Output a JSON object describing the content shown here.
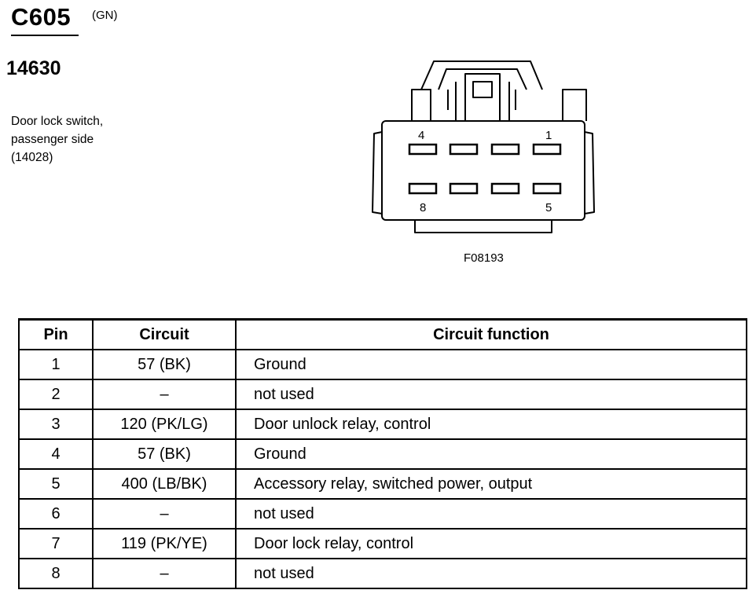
{
  "header": {
    "connector_id": "C605",
    "color_code": "(GN)",
    "part_number": "14630",
    "description_lines": [
      "Door lock switch,",
      "passenger side",
      "(14028)"
    ]
  },
  "diagram": {
    "figure_id": "F08193",
    "pin_labels": {
      "top_left": "4",
      "top_right": "1",
      "bottom_left": "8",
      "bottom_right": "5"
    }
  },
  "table": {
    "headers": [
      "Pin",
      "Circuit",
      "Circuit function"
    ],
    "rows": [
      {
        "pin": "1",
        "circuit": "57 (BK)",
        "function": "Ground"
      },
      {
        "pin": "2",
        "circuit": "–",
        "function": "not used"
      },
      {
        "pin": "3",
        "circuit": "120 (PK/LG)",
        "function": "Door unlock relay, control"
      },
      {
        "pin": "4",
        "circuit": "57 (BK)",
        "function": "Ground"
      },
      {
        "pin": "5",
        "circuit": "400 (LB/BK)",
        "function": "Accessory relay, switched power, output"
      },
      {
        "pin": "6",
        "circuit": "–",
        "function": "not used"
      },
      {
        "pin": "7",
        "circuit": "119 (PK/YE)",
        "function": "Door lock relay, control"
      },
      {
        "pin": "8",
        "circuit": "–",
        "function": "not used"
      }
    ]
  }
}
